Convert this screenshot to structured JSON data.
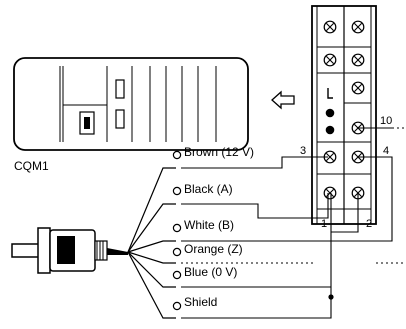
{
  "plc": {
    "label": "CQM1"
  },
  "wires": [
    {
      "label": "Brown (12 V)"
    },
    {
      "label": "Black (A)"
    },
    {
      "label": "White (B)"
    },
    {
      "label": "Orange (Z)"
    },
    {
      "label": "Blue (0 V)"
    },
    {
      "label": "Shield"
    }
  ],
  "terminals": {
    "t1": "1",
    "t2": "2",
    "t3": "3",
    "t4": "4",
    "t10": "10"
  },
  "arrow": {
    "direction": "left"
  }
}
